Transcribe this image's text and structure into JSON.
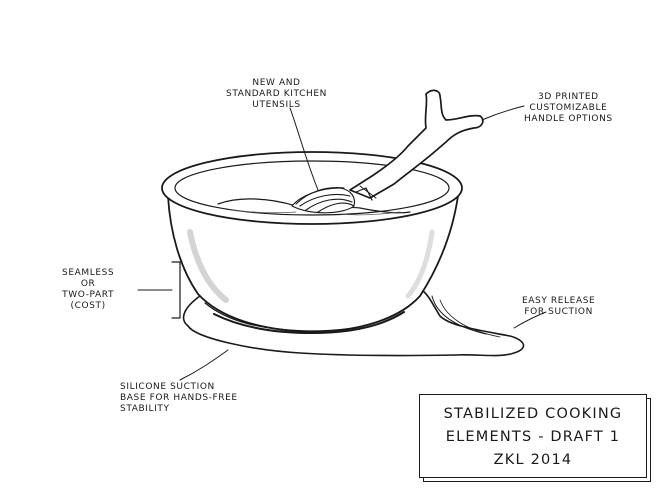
{
  "labels": {
    "utensils": [
      "NEW AND",
      "STANDARD KITCHEN",
      "UTENSILS"
    ],
    "handle": [
      "3D PRINTED",
      "CUSTOMIZABLE",
      "HANDLE OPTIONS"
    ],
    "seamless": [
      "SEAMLESS",
      "OR",
      "TWO-PART",
      "(COST)"
    ],
    "release": [
      "EASY RELEASE",
      "FOR SUCTION"
    ],
    "silicone": [
      "SILICONE SUCTION",
      "BASE FOR HANDS-FREE",
      "STABILITY"
    ]
  },
  "title_block": {
    "line1": "STABILIZED COOKING",
    "line2": "ELEMENTS - DRAFT 1",
    "line3": "ZKL 2014"
  },
  "colors": {
    "ink": "#1a1a1a",
    "paper": "#ffffff",
    "shade": "#e6e6e6"
  }
}
